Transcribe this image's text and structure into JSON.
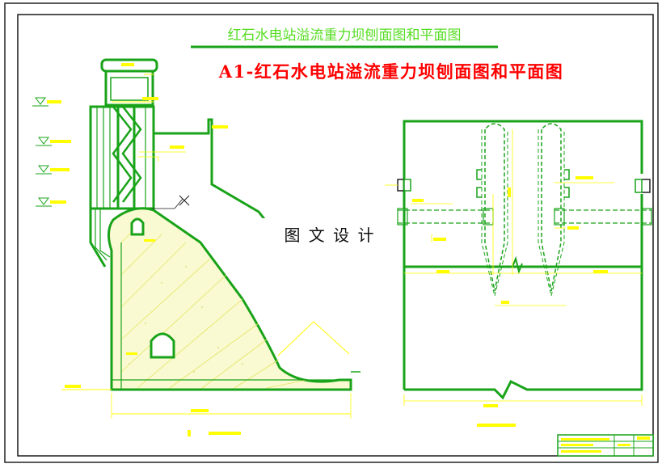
{
  "drawing": {
    "header_title": "红石水电站溢流重力坝刨面图和平面图",
    "overlay_title": "A1-红石水电站溢流重力坝刨面图和平面图",
    "watermark": "图 文 设 计",
    "colors": {
      "frame": "#1a1a1a",
      "structure": "#19a319",
      "detail": "#ffff00",
      "title_red": "#ff0000",
      "header_green": "#55dd22",
      "dark": "#222222"
    }
  }
}
